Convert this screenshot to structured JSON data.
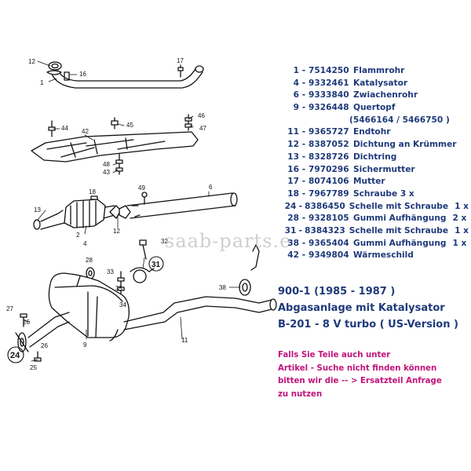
{
  "diagram": {
    "callouts": [
      "12",
      "16",
      "1",
      "17",
      "46",
      "44",
      "42",
      "45",
      "47",
      "48",
      "43",
      "49",
      "6",
      "18",
      "13",
      "2",
      "12",
      "4",
      "32",
      "28",
      "31",
      "33",
      "35",
      "34",
      "38",
      "27",
      "26",
      "26",
      "24",
      "25",
      "9",
      "11"
    ],
    "watermark": "saab-parts.e"
  },
  "parts": [
    {
      "no": "1",
      "part": "7514250",
      "name": "Flammrohr",
      "qty": ""
    },
    {
      "no": "4",
      "part": "9332461",
      "name": "Katalysator",
      "qty": ""
    },
    {
      "no": "6",
      "part": "9333840",
      "name": "Zwiachenrohr",
      "qty": ""
    },
    {
      "no": "9",
      "part": "9326448",
      "name": "Quertopf",
      "qty": ""
    },
    {
      "no": "",
      "part": "",
      "name": "(5466164 / 5466750 )",
      "qty": ""
    },
    {
      "no": "11",
      "part": "9365727",
      "name": "Endtohr",
      "qty": ""
    },
    {
      "no": "12",
      "part": "8387052",
      "name": "Dichtung an Krümmer",
      "qty": ""
    },
    {
      "no": "13",
      "part": "8328726",
      "name": "Dichtring",
      "qty": ""
    },
    {
      "no": "16",
      "part": "7970296",
      "name": "Sichermutter",
      "qty": ""
    },
    {
      "no": "17",
      "part": "8074106",
      "name": "Mutter",
      "qty": ""
    },
    {
      "no": "18",
      "part": "7967789",
      "name": "Schraube 3 x",
      "qty": ""
    },
    {
      "no": "24",
      "part": "8386450",
      "name": "Schelle mit Schraube",
      "qty": "1 x"
    },
    {
      "no": "28",
      "part": "9328105",
      "name": "Gummi Aufhängung",
      "qty": "2 x"
    },
    {
      "no": "31",
      "part": "8384323",
      "name": "Schelle mit Schraube",
      "qty": "1 x"
    },
    {
      "no": "38",
      "part": "9365404",
      "name": "Gummi Aufhängung",
      "qty": "1 x"
    },
    {
      "no": "42",
      "part": "9349804",
      "name": "Wärmeschild",
      "qty": ""
    }
  ],
  "model": {
    "line1": "900-1  (1985 - 1987 )",
    "line2": "Abgasanlage mit Katalysator",
    "line3": "B-201 - 8 V  turbo ( US-Version )"
  },
  "note": {
    "line1": "Falls Sie Teile auch unter",
    "line2": "Artikel - Suche nicht finden können",
    "line3": "bitten wir die -- > Ersatzteil Anfrage",
    "line4": "zu nutzen"
  },
  "colors": {
    "list_text": "#1f3a7a",
    "note_text": "#c0147b",
    "drawing": "#111111",
    "watermark": "#a8a8a8"
  }
}
